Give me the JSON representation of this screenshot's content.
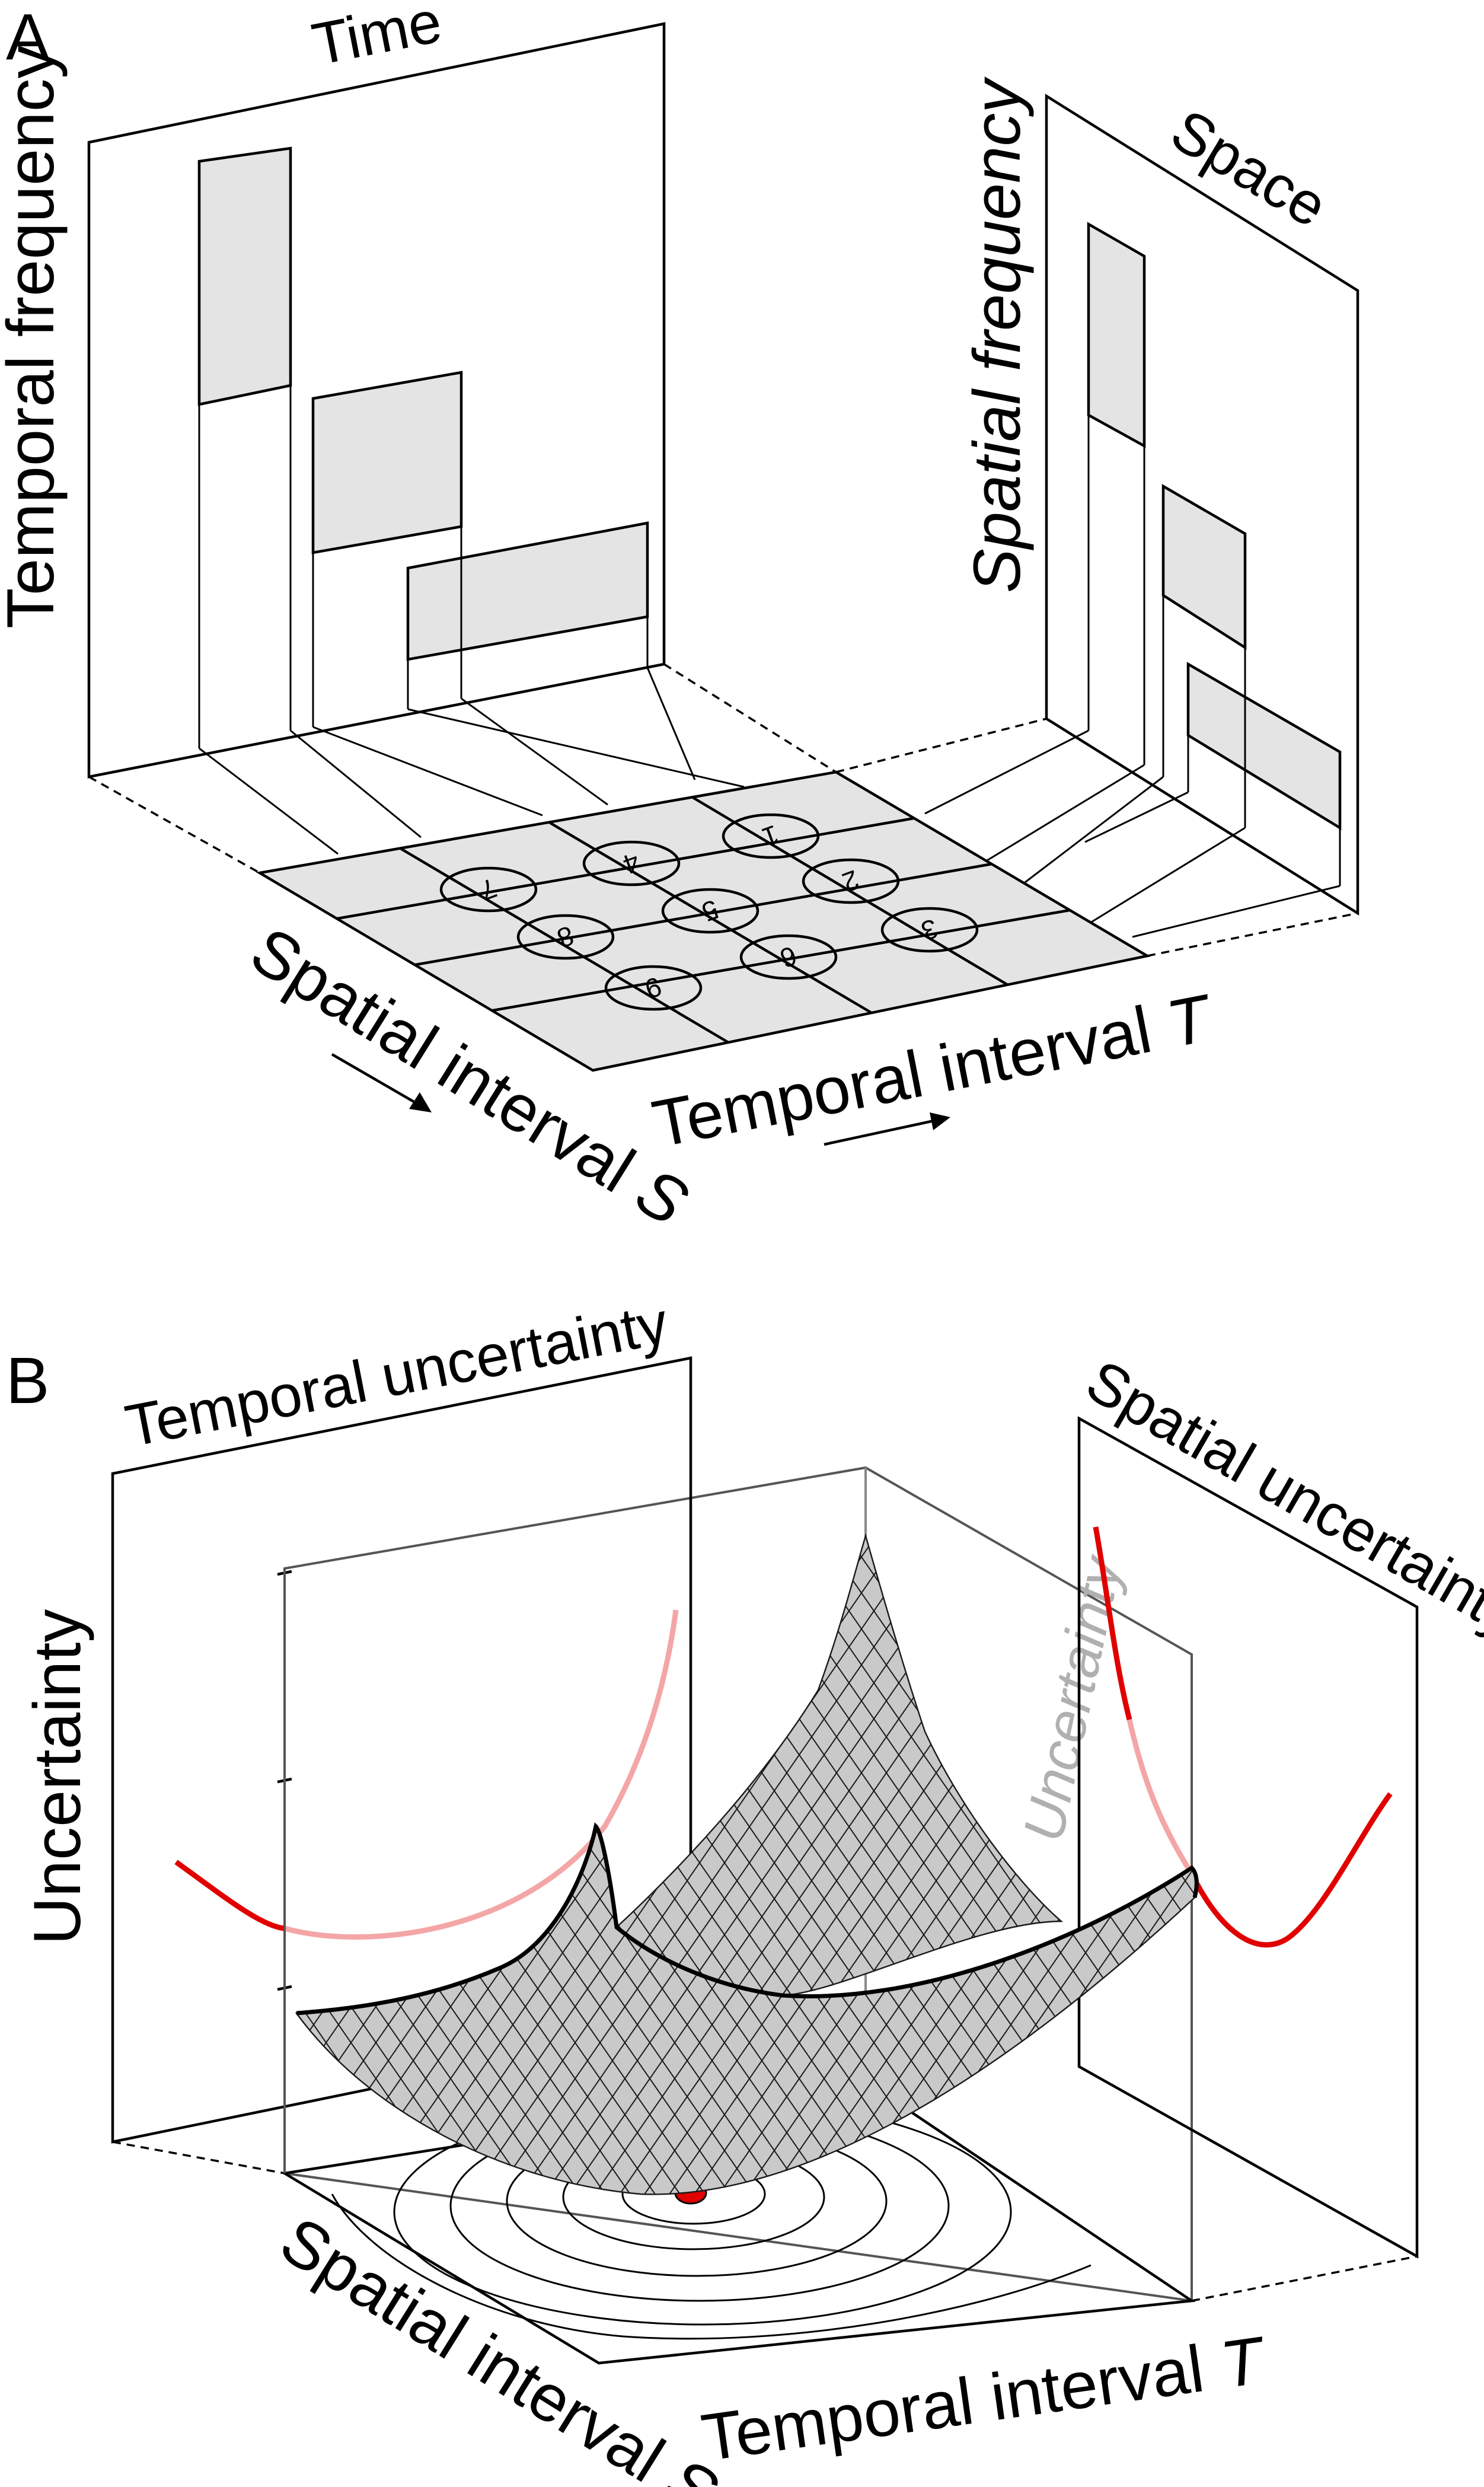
{
  "panel_a": {
    "letter": "A",
    "time_title": "Time",
    "space_title": "Space",
    "temporal_frequency": "Temporal frequency",
    "spatial_frequency": "Spatial frequency",
    "spatial_interval": "Spatial interval ",
    "spatial_interval_var": "S",
    "temporal_interval": "Temporal interval ",
    "temporal_interval_var": "T",
    "cells": [
      "1",
      "2",
      "3",
      "4",
      "5",
      "6",
      "7",
      "8",
      "9"
    ]
  },
  "panel_b": {
    "letter": "B",
    "temporal_uncertainty": "Temporal uncertainty",
    "spatial_uncertainty": "Spatial uncertainty",
    "uncertainty_left": "Uncertainty",
    "uncertainty_back": "Uncertainty",
    "spatial_interval": "Spatial interval ",
    "spatial_interval_var": "S",
    "temporal_interval": "Temporal interval ",
    "temporal_interval_var": "T"
  },
  "colors": {
    "box_fill": "#e4e4e4",
    "mesh_fill": "#c9c9c9",
    "curve_red": "#e00000",
    "curve_pink": "#f4a6a6",
    "optimum_dot": "#e00000",
    "back_label_gray": "#b0b0b0"
  }
}
